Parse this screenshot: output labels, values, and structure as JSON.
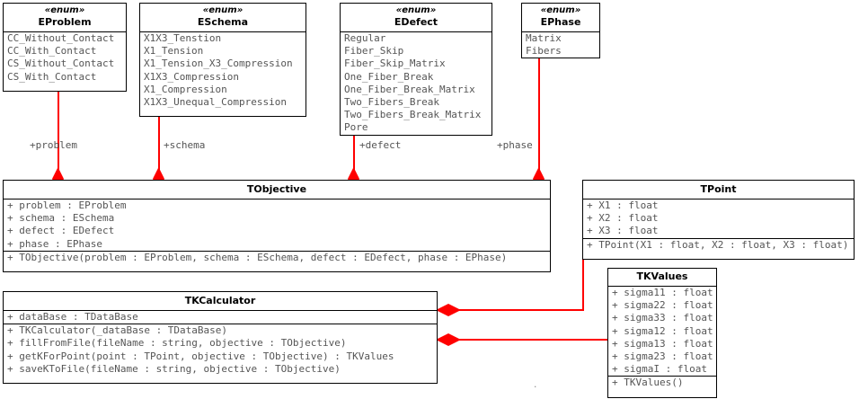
{
  "diagram": {
    "title": "UML class diagram",
    "accent_color": "#ff0000",
    "box_border_color": "#000000",
    "text_color": "#555555"
  },
  "classes": {
    "eproblem": {
      "stereotype": "«enum»",
      "name": "EProblem",
      "literals": [
        "CC_Without_Contact",
        "CC_With_Contact",
        "CS_Without_Contact",
        "CS_With_Contact"
      ]
    },
    "eschema": {
      "stereotype": "«enum»",
      "name": "ESchema",
      "literals": [
        "X1X3_Tenstion",
        "X1_Tension",
        "X1_Tension_X3_Compression",
        "X1X3_Compression",
        "X1_Compression",
        "X1X3_Unequal_Compression"
      ]
    },
    "edefect": {
      "stereotype": "«enum»",
      "name": "EDefect",
      "literals": [
        "Regular",
        "Fiber_Skip",
        "Fiber_Skip_Matrix",
        "One_Fiber_Break",
        "One_Fiber_Break_Matrix",
        "Two_Fibers_Break",
        "Two_Fibers_Break_Matrix",
        "Pore"
      ]
    },
    "ephase": {
      "stereotype": "«enum»",
      "name": "EPhase",
      "literals": [
        "Matrix",
        "Fibers"
      ]
    },
    "tobjective": {
      "name": "TObjective",
      "attributes": [
        "+ problem : EProblem",
        "+ schema : ESchema",
        "+ defect : EDefect",
        "+ phase : EPhase"
      ],
      "operations": [
        "+ TObjective(problem : EProblem, schema : ESchema, defect : EDefect, phase : EPhase)"
      ]
    },
    "tkcalculator": {
      "name": "TKCalculator",
      "attributes": [
        "+ dataBase : TDataBase"
      ],
      "operations": [
        "+ TKCalculator(_dataBase : TDataBase)",
        "+ fillFromFile(fileName : string, objective : TObjective)",
        "+ getKForPoint(point : TPoint, objective : TObjective) : TKValues",
        "+ saveKToFile(fileName : string, objective : TObjective)"
      ]
    },
    "tpoint": {
      "name": "TPoint",
      "attributes": [
        "+ X1 : float",
        "+ X2 : float",
        "+ X3 : float"
      ],
      "operations": [
        "+ TPoint(X1 : float, X2 : float, X3 : float)"
      ]
    },
    "tkvalues": {
      "name": "TKValues",
      "attributes": [
        "+ sigma11 : float",
        "+ sigma22 : float",
        "+ sigma33 : float",
        "+ sigma12 : float",
        "+ sigma13 : float",
        "+ sigma23 : float",
        "+ sigmaI : float"
      ],
      "operations": [
        "+ TKValues()"
      ]
    }
  },
  "associations": [
    {
      "id": "problem",
      "label": "+problem",
      "from": "EProblem",
      "to": "TObjective"
    },
    {
      "id": "schema",
      "label": "+schema",
      "from": "ESchema",
      "to": "TObjective"
    },
    {
      "id": "defect",
      "label": "+defect",
      "from": "EDefect",
      "to": "TObjective"
    },
    {
      "id": "phase",
      "label": "+phase",
      "from": "EPhase",
      "to": "TObjective"
    },
    {
      "id": "point",
      "label": "",
      "from": "TPoint",
      "to": "TKCalculator"
    },
    {
      "id": "kvalues",
      "label": "",
      "from": "TKValues",
      "to": "TKCalculator"
    }
  ]
}
